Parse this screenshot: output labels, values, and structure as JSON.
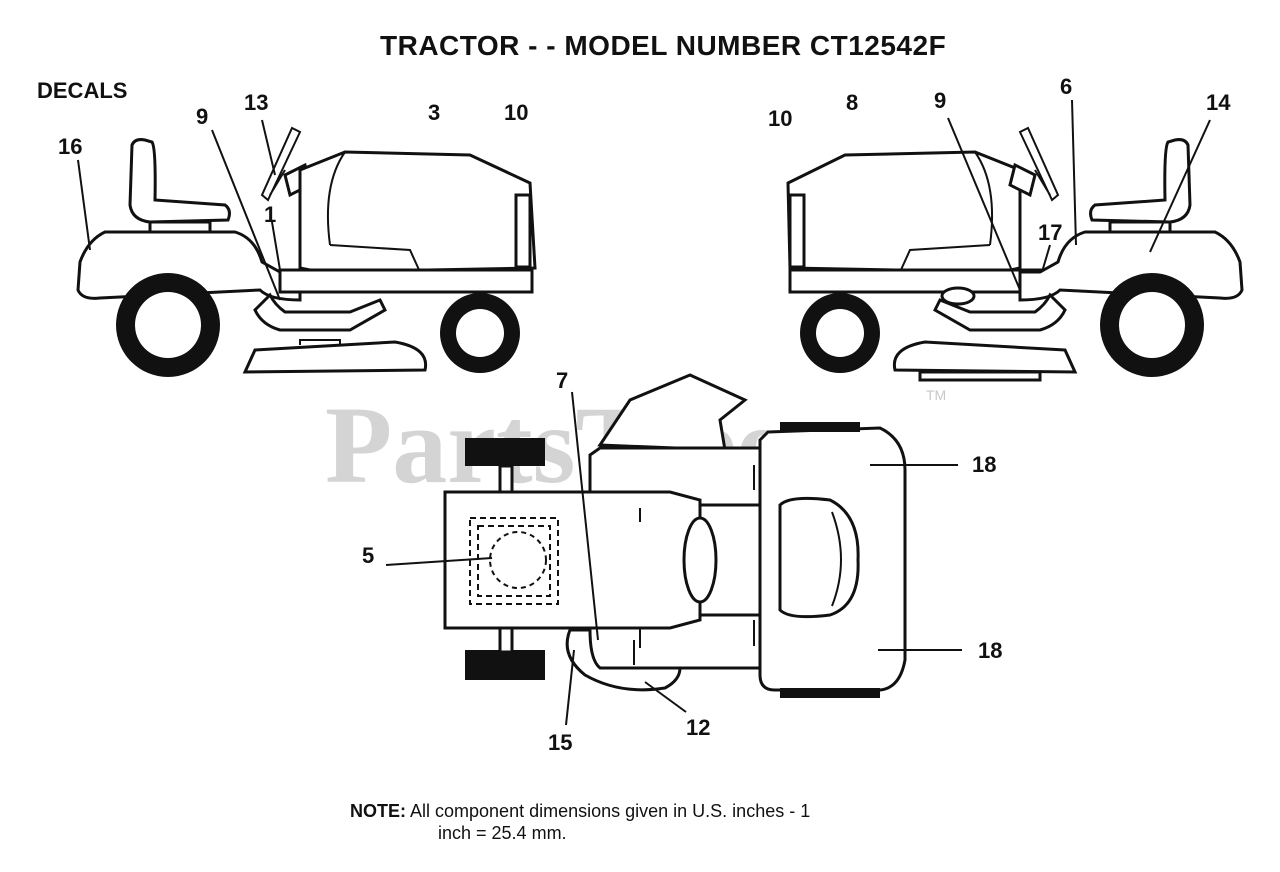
{
  "diagram": {
    "title": "TRACTOR - - MODEL NUMBER CT12542F",
    "section_label": "DECALS",
    "watermark": "PartsTree",
    "watermark_mark": "TM",
    "note_label": "NOTE:",
    "note_line1": "All component dimensions given in U.S. inches - 1",
    "note_line2": "inch = 25.4 mm."
  },
  "callouts": {
    "left_view": {
      "c16": "16",
      "c9": "9",
      "c13": "13",
      "c1": "1",
      "c3": "3",
      "c10": "10"
    },
    "right_view": {
      "c10": "10",
      "c8": "8",
      "c9": "9",
      "c6": "6",
      "c14": "14",
      "c17": "17"
    },
    "top_view": {
      "c7": "7",
      "c5": "5",
      "c15": "15",
      "c12": "12",
      "c18a": "18",
      "c18b": "18"
    }
  }
}
